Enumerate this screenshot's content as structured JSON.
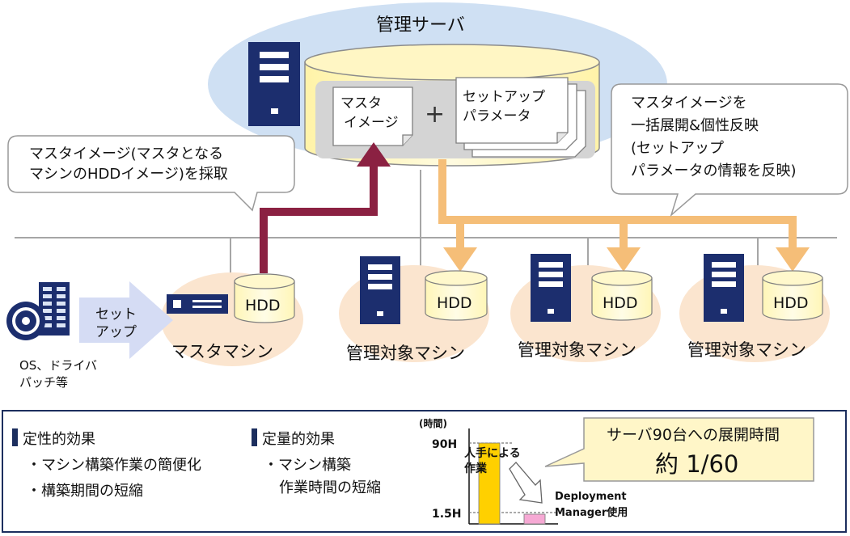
{
  "server": {
    "title": "管理サーバ",
    "master_image_lines": [
      "マスタ",
      "イメージ"
    ],
    "plus": "+",
    "setup_params_lines": [
      "セットアップ",
      "パラメータ"
    ]
  },
  "callouts": {
    "left_lines": [
      "マスタイメージ(マスタとなる",
      "マシンのHDDイメージ)を採取"
    ],
    "right_lines": [
      "マスタイメージを",
      "一括展開&個性反映",
      "(セットアップ",
      "パラメータの情報を反映)"
    ]
  },
  "setup": {
    "arrow_lines": [
      "セット",
      "アップ"
    ],
    "media_lines": [
      "OS、ドライバ",
      "パッチ等"
    ]
  },
  "machines": {
    "hdd_label": "HDD",
    "master": "マスタマシン",
    "managed": [
      "管理対象マシン",
      "管理対象マシン",
      "管理対象マシン"
    ]
  },
  "effects": {
    "qualitative": {
      "title": "定性的効果",
      "items": [
        "・マシン構築作業の簡便化",
        "・構築期間の短縮"
      ]
    },
    "quantitative": {
      "title": "定量的効果",
      "item_lines": [
        "・マシン構築",
        "作業時間の短縮"
      ]
    }
  },
  "chart_data": {
    "type": "bar",
    "categories": [
      "人手による作業",
      "Deployment Manager使用"
    ],
    "values": [
      90,
      1.5
    ],
    "ylabel": "(時間)",
    "yticks": [
      "90H",
      "1.5H"
    ],
    "bar_labels": [
      "人手による作業",
      "Deployment Manager使用"
    ],
    "colors": [
      "#ffd000",
      "#f6a9d4"
    ]
  },
  "result_callout": {
    "line1": "サーバ90台への展開時間",
    "line2": "約 1/60"
  }
}
